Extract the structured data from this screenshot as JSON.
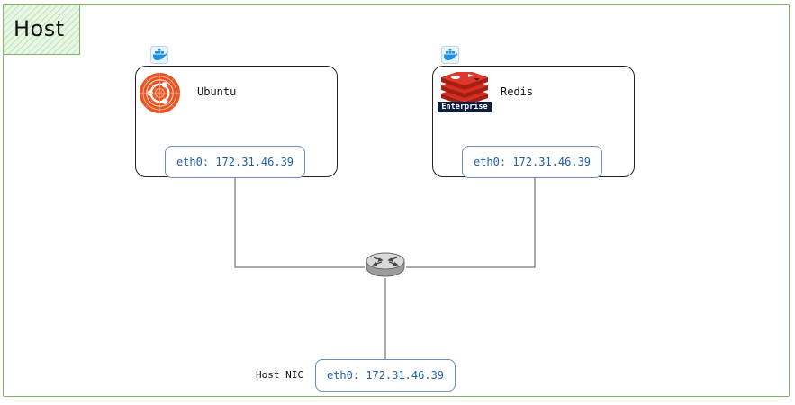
{
  "host": {
    "title": "Host"
  },
  "containers": [
    {
      "name": "Ubuntu",
      "eth0": "eth0: 172.31.46.39"
    },
    {
      "name": "Redis",
      "badge": "Enterprise",
      "eth0": "eth0: 172.31.46.39"
    }
  ],
  "host_nic": {
    "label": "Host NIC",
    "eth0": "eth0: 172.31.46.39"
  },
  "colors": {
    "frame_border": "#82b366",
    "host_tag_fill": "#d5e8d4",
    "nic_border": "#6c8ebf",
    "nic_text": "#1f5fa8",
    "ubuntu_logo": "#e95420",
    "redis_logo": "#c6302b",
    "docker_blue": "#1d91e6"
  },
  "icons": [
    "docker-icon",
    "ubuntu-logo",
    "redis-enterprise-logo",
    "router-icon"
  ]
}
